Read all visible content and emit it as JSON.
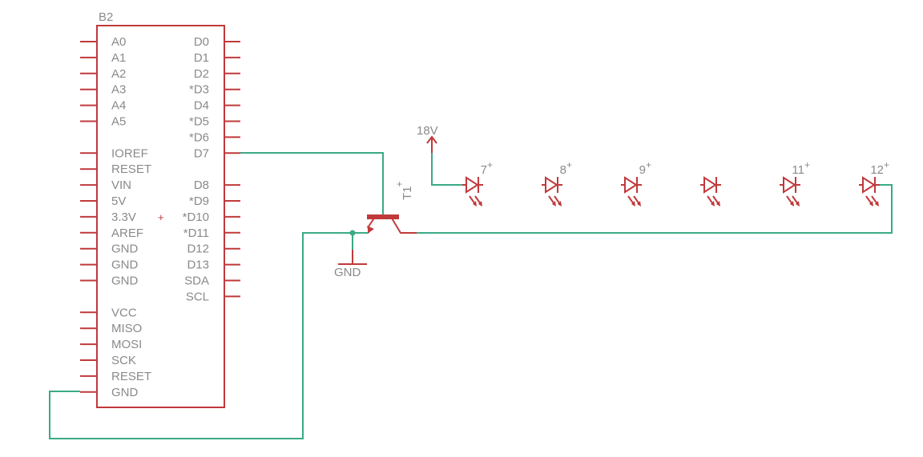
{
  "board": {
    "name": "B2",
    "left_pins": [
      "A0",
      "A1",
      "A2",
      "A3",
      "A4",
      "A5",
      "",
      "IOREF",
      "RESET",
      "VIN",
      "5V",
      "3.3V",
      "AREF",
      "GND",
      "GND",
      "GND",
      "",
      "VCC",
      "MISO",
      "MOSI",
      "SCK",
      "RESET",
      "GND"
    ],
    "right_pins": [
      "D0",
      "D1",
      "D2",
      "*D3",
      "D4",
      "*D5",
      "*D6",
      "D7",
      "",
      "D8",
      "*D9",
      "*D10",
      "*D11",
      "D12",
      "D13",
      "SDA",
      "SCL"
    ],
    "plus_mark": "+"
  },
  "transistor": {
    "name": "T1",
    "plus": "+"
  },
  "supply": {
    "label": "18V"
  },
  "ground": {
    "label": "GND"
  },
  "leds": [
    {
      "label": "7",
      "plus": "+"
    },
    {
      "label": "8",
      "plus": "+"
    },
    {
      "label": "9",
      "plus": "+"
    },
    {
      "label": "",
      "plus": ""
    },
    {
      "label": "11",
      "plus": "+"
    },
    {
      "label": "12",
      "plus": "+"
    }
  ]
}
